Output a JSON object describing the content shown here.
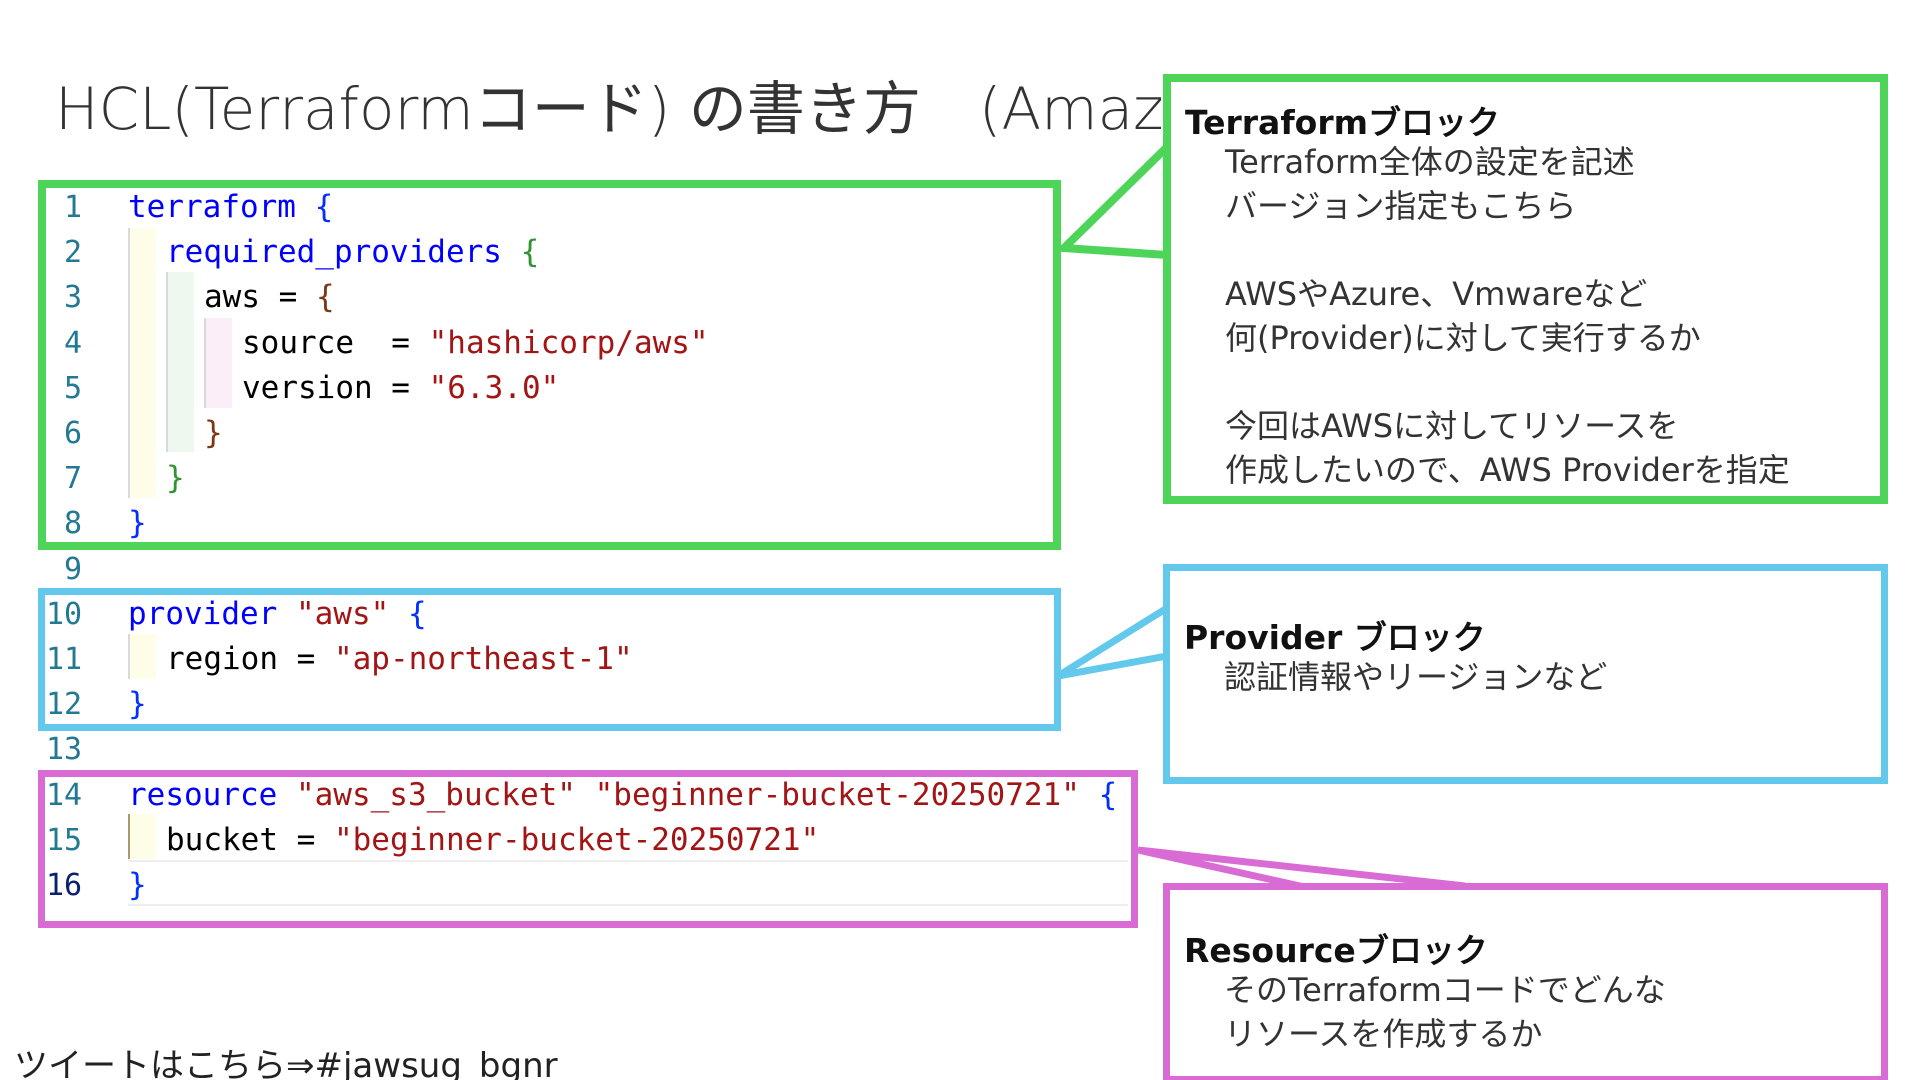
{
  "slide": {
    "title": "HCL(Terraformコード) の書き方　(Amazon S",
    "tweet_text": "ツイートはこちら⇒#jawsug_bgnr"
  },
  "colors": {
    "terraform_frame": "#4fd45a",
    "provider_frame": "#62c9ec",
    "resource_frame": "#d96bd4",
    "keyword": "#0000ff",
    "string": "#a31515",
    "line_number": "#237893"
  },
  "code": {
    "language": "HCL",
    "lines": [
      {
        "n": "1",
        "indent": 0,
        "parts": [
          {
            "c": "kw",
            "t": "terraform"
          },
          {
            "c": "plain",
            "t": " "
          },
          {
            "c": "b1",
            "t": "{"
          }
        ]
      },
      {
        "n": "2",
        "indent": 1,
        "parts": [
          {
            "c": "kw",
            "t": "required_providers"
          },
          {
            "c": "plain",
            "t": " "
          },
          {
            "c": "b2",
            "t": "{"
          }
        ]
      },
      {
        "n": "3",
        "indent": 2,
        "parts": [
          {
            "c": "plain",
            "t": "aws = "
          },
          {
            "c": "b3",
            "t": "{"
          }
        ]
      },
      {
        "n": "4",
        "indent": 3,
        "parts": [
          {
            "c": "plain",
            "t": "source  = "
          },
          {
            "c": "str",
            "t": "\"hashicorp/aws\""
          }
        ]
      },
      {
        "n": "5",
        "indent": 3,
        "parts": [
          {
            "c": "plain",
            "t": "version = "
          },
          {
            "c": "str",
            "t": "\"6.3.0\""
          }
        ]
      },
      {
        "n": "6",
        "indent": 2,
        "parts": [
          {
            "c": "b3",
            "t": "}"
          }
        ]
      },
      {
        "n": "7",
        "indent": 1,
        "parts": [
          {
            "c": "b2",
            "t": "}"
          }
        ]
      },
      {
        "n": "8",
        "indent": 0,
        "parts": [
          {
            "c": "b1",
            "t": "}"
          }
        ]
      },
      {
        "n": "9",
        "indent": 0,
        "parts": []
      },
      {
        "n": "10",
        "indent": 0,
        "parts": [
          {
            "c": "kw",
            "t": "provider"
          },
          {
            "c": "plain",
            "t": " "
          },
          {
            "c": "str",
            "t": "\"aws\""
          },
          {
            "c": "plain",
            "t": " "
          },
          {
            "c": "b1",
            "t": "{"
          }
        ]
      },
      {
        "n": "11",
        "indent": 1,
        "parts": [
          {
            "c": "plain",
            "t": "region = "
          },
          {
            "c": "str",
            "t": "\"ap-northeast-1\""
          }
        ]
      },
      {
        "n": "12",
        "indent": 0,
        "parts": [
          {
            "c": "b1",
            "t": "}"
          }
        ]
      },
      {
        "n": "13",
        "indent": 0,
        "parts": []
      },
      {
        "n": "14",
        "indent": 0,
        "parts": [
          {
            "c": "kw",
            "t": "resource"
          },
          {
            "c": "plain",
            "t": " "
          },
          {
            "c": "str",
            "t": "\"aws_s3_bucket\""
          },
          {
            "c": "plain",
            "t": " "
          },
          {
            "c": "str",
            "t": "\"beginner-bucket-20250721\""
          },
          {
            "c": "plain",
            "t": " "
          },
          {
            "c": "b1",
            "t": "{"
          }
        ]
      },
      {
        "n": "15",
        "indent": 1,
        "parts": [
          {
            "c": "plain",
            "t": "bucket = "
          },
          {
            "c": "str",
            "t": "\"beginner-bucket-20250721\""
          }
        ]
      },
      {
        "n": "16",
        "indent": 0,
        "active": true,
        "parts": [
          {
            "c": "b1",
            "t": "}"
          }
        ]
      }
    ]
  },
  "notes": {
    "terraform": {
      "heading": "Terraformブロック",
      "lines": [
        "Terraform全体の設定を記述",
        "バージョン指定もこちら",
        "",
        "AWSやAzure、Vmwareなど",
        "何(Provider)に対して実行するか",
        "",
        "今回はAWSに対してリソースを",
        "作成したいので、AWS Providerを指定"
      ]
    },
    "provider": {
      "heading": "Provider ブロック",
      "lines": [
        "認証情報やリージョンなど"
      ]
    },
    "resource": {
      "heading": "Resourceブロック",
      "lines": [
        "そのTerraformコードでどんな",
        "リソースを作成するか"
      ]
    }
  }
}
